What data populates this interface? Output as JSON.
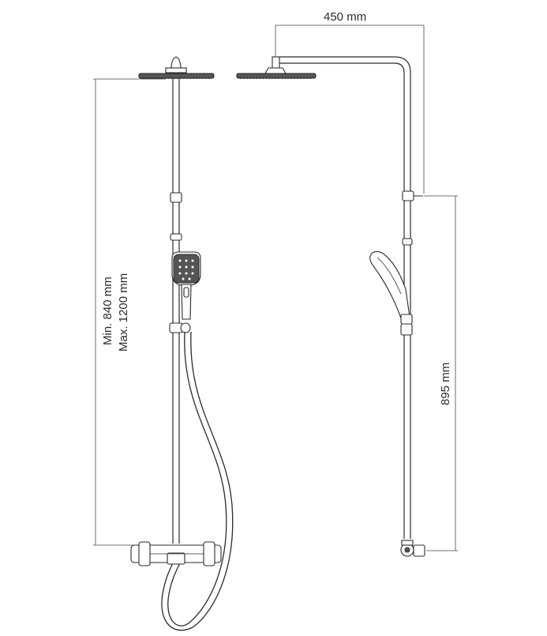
{
  "dimensions": {
    "width_label": "450 mm",
    "height_min_label": "Min. 840 mm",
    "height_max_label": "Max. 1200 mm",
    "handset_height_label": "895 mm"
  },
  "colors": {
    "line": "#2b2b2b",
    "background": "#ffffff"
  }
}
